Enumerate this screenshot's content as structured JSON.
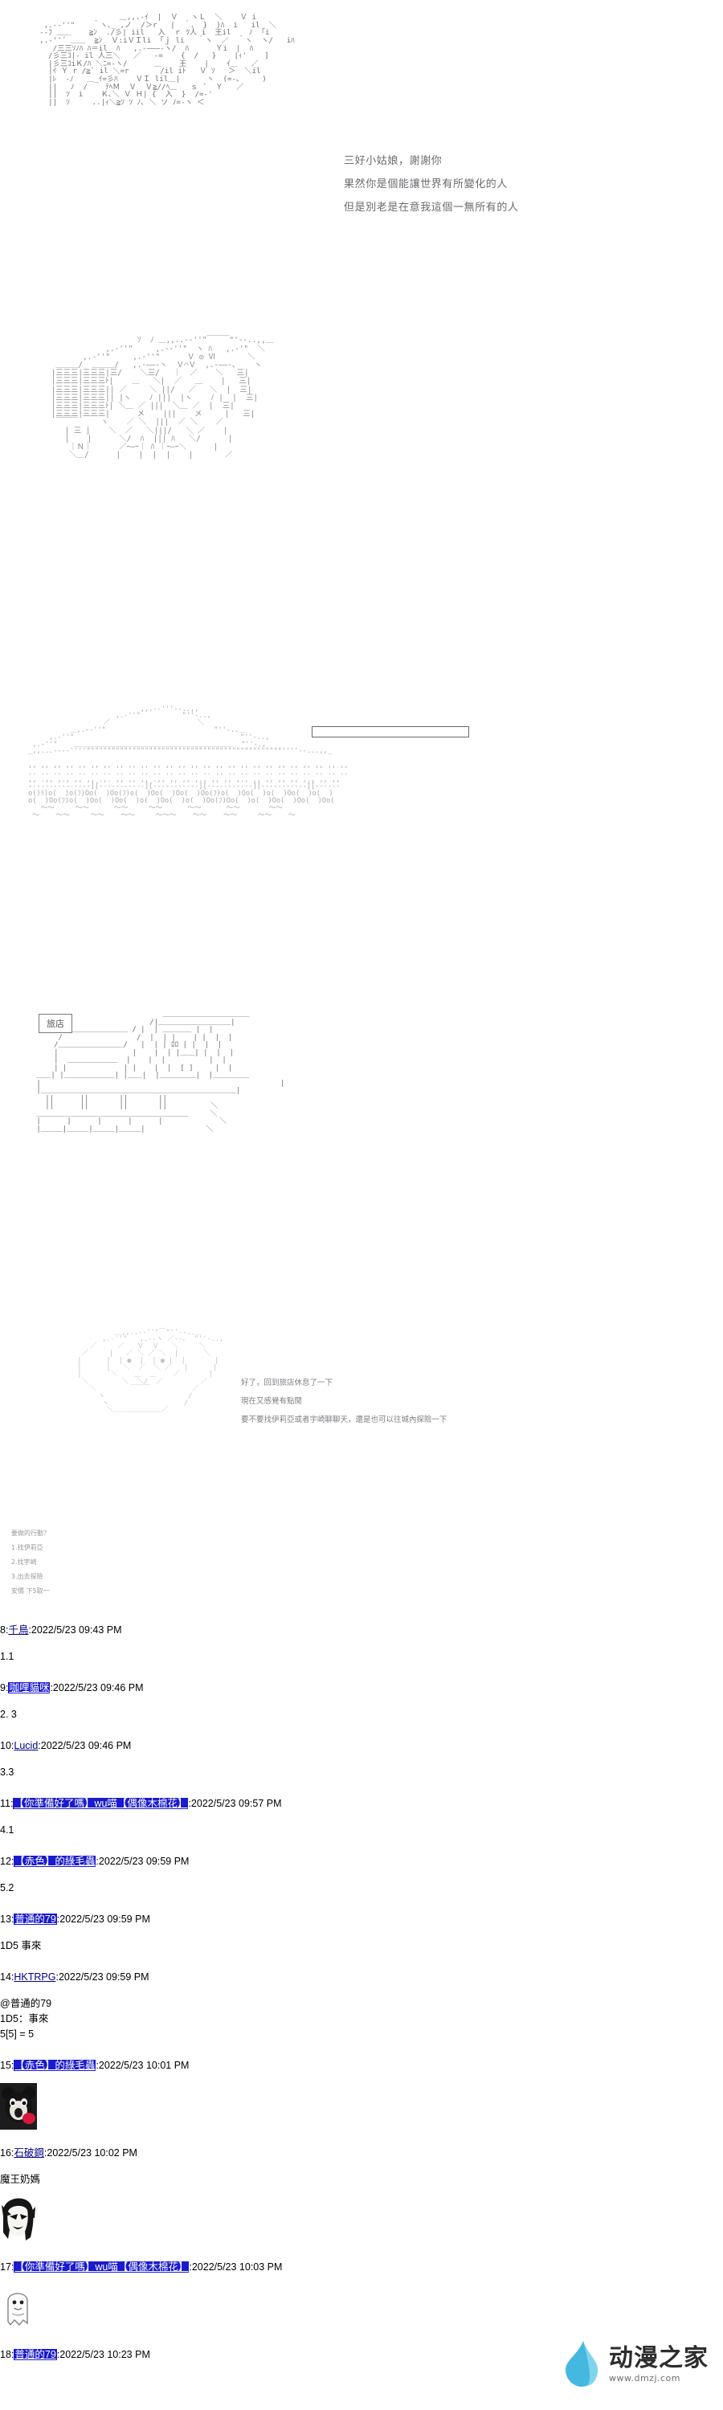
{
  "panels": [
    {
      "id": "panel-1",
      "ascii": "                    ＿,,.-ｲ  |  Ｖ   ヽＬ  ＼    Ｖ i\n   ,.-‐''\"    ｀ヽ､_ ,ノ  /＞r   |  ｀、 }  )ﾊ  i   il  ＼\n  -‐ﾌ ＿＿    ≧ﾝ  ./彡| iil   入  ｒ ﾂ人 i  王il    ﾉ  ｢i\n  ,.-''´ ＿＿  ≧ﾝ  Ｖ:iＶＩli  ｢ｊ li   ｀ヽ  ／  ｀ヽ  ヽ/   iﾊ\n     /三三ｿﾉﾊ ﾊ＝il  ﾊ   ,.-―――-ヽ/  ﾊ      Ｙi  |  ﾊ\n    /彡三ｺ|- il 人三＼   ／   ‐=    {  /   }    |ｨ'    ]\n    |彡三ｺiＫ/ﾊ ＼ﾆ=-ヽ/      ＿    王    |    ｲ＿   ／\n    |ｲ Ｙ r /≧` il ＼=r       /il iﾄ   Ｖ ｿ   ＞  ＼il\n    |ﾚ  -ﾉ   ＿_ｲ=彡ﾊ    ＶＩ lil＿|      ヽ  (=-､     )\n    ||   ﾉ  /    ﾃﾍＭ  Ｖ  Ｖ≧//ﾍ＿   ｓ ´  Ｙ   ／\n    ||  ｿ  i    Ｋ､＼ Ｖ Ｈ| {  入  }  /=-'\n    ||  ｿ     ..|ｨ＼≧ｿ ｿ ﾉ､ ＼ ソ ﾉ=-ヽ ＜",
      "speech": [
        "三好小姑娘，謝謝你",
        "果然你是個能讓世界有所變化的人",
        "但是別老是在意我這個一無所有的人"
      ]
    },
    {
      "id": "panel-2",
      "ascii": "                    ｿ  ﾉ ＿,,..-‐''\"￣￣￣\"'‐-..,,＿\n             ,.-''\"     ,.-‐''\"  ヽ ﾊ   ,.-'\"  ＼\n        ,.-''\"     ,.-''\"      Ｖ ◎ Ⅵ       ＼\n  ＿＿＿/  ＿＿＿/   ,.-――-ヽ  Ｖ⌒Ｖ  ,.-――-､    ヽ\n |三三三|三三三|三/    ＼三/   ｜  ／    ＼   三|\n |三三三|三三三ﾄ|    ＿   ＼|  ／   ＿    |   三|\n |三三三|三三三|| ／     ＼ ||/   ／   ＼  |  三|\n |三三三|三三三|| |ヽ    ﾉ |||  |ヽ    ﾉ |  |  三|\n |三三三|三三三ﾄ| ＼＿ ／ |||  ＼＿ ／  |  三|\n |三三三|三三三|      メ    |||    メ     |   三|\n  ￣￣￣     ヽ    ／ ＼  |||  ／ ＼    ／\n    | 三 |    ＼  ／   ＼|||/   ＼ ／    |\n    |    |      ＼/  ﾊ  ||| ﾊ   ＼/      |\n     ｜Ｎ｜      ／ｰ―ｰ｜ ﾊ ｜ｰ―ｰ＼      |\n     ＼＿/      |    |  |  |    |       ／",
      "speech": []
    },
    {
      "id": "panel-3",
      "ascii": "                            ,,.-‐'''‐-..,,\n                      ,.-''\"          \"''-..,\n                   ／                     ＼\n           ＿,.-‐''\"                          \"''-..＿\n      ,.-''\"                                        \"''-..,\n  ,.-''\"    ＿＿＿＿＿＿＿＿＿＿＿＿＿＿＿＿＿＿＿＿＿＿＿  \"''-.,\n _,,...--‐‐''''\"\"\"\"\"\"\"\"\"\"\"\"\"\"\"\"\"\"\"\"\"\"\"\"\"\"\"\"\"\"\"\"\"\"\"\"\"\"\"\"\"\"\"\"\"\"\"''''--...,,_\n\n ,, ,, ,, ,, ,, ,, ,, ,, ,, ,, ,, ,, ,, ,, ,, ,, ,, ,, ,, ,, ,, ,, ,, ,, ,, ,,\n .. .. .. .. .. .. .. .. .. .. .. .. .. .. .. .. .. .. .. .. .. .. .. .. .. ..\n ,, .,, ,., ,, ,, .,. ,, ,, ,, .,, ,, ,, ,., ,, ,, ,., ,, ,, ,, ,, ,., ,, ,,\n ---------------][-----------][-----------][-----------][-----------][------\n o()ﾘ)o(  )o(ﾌ)Oo(  )Oo(ﾌ)o(  )Oo(  )Oo(  )Oo(ﾌ)o(  )Oo(  )o(  )Oo(  )o(  )\n o(  )Oo(ﾌ)o(  )Oo(  )Oo(  )o(  )Oo(  )o(  )Oo(ﾌ)Oo(  )o(  )Oo(  )Oo(  )Oo(\n    ～～     ～～      ～～     ～～      ～～      ～～       ～～\n  ～    ～～     ～～    ～～     ～～～    ～～    ～～     ～～    ～",
      "speech": []
    },
    {
      "id": "panel-4",
      "ascii": "                              ＿＿＿＿＿＿＿＿＿＿＿＿\n                           /|＿＿＿＿＿＿＿＿＿＿|\n       ＿＿＿＿＿＿＿＿＿ / |  | ＿＿＿＿ |  |\n      /                 /  |  | |    | |  |  |\n     /＿＿＿＿＿＿＿＿＿/   |  | | ﾛﾛ | |  |  |\n     |                 |    |  | |＿＿| |  |  |\n     |  ＿＿＿＿＿＿＿  |    |  |          |  |\n     | |             | |    |  |  [ ]     |  |\n ＿＿| |＿＿＿＿＿＿＿| |＿＿|  |＿＿＿＿＿|  |＿＿＿＿＿\n |                                                       |\n |＿＿＿＿＿＿＿＿＿＿＿＿＿＿＿＿＿＿＿＿＿＿＿＿＿＿＿|\n   ||      ||       ||       ||\n   ||      ||       ||       ||          ＼\n ＿＿＿＿＿＿＿＿＿＿＿＿＿＿＿＿＿＿＿＿＿     ＼\n |      |      |      |      |             ＼\n |＿＿＿|＿＿＿|＿＿＿|＿＿＿|              ＼",
      "speech": [],
      "label": "旅店"
    },
    {
      "id": "panel-5",
      "ascii": "                ＿,,..-‐''\"￣\"''‐-..＿\n             ,.-''\"   ,.-‐ヽ ／‐-､  \"''-..,\n          ／     ／   Ｖ  Ｖ   ＼     ＼\n        ／     |   ／ ＼ ／ ＼  |      ＼\n       |      |  | ●  |  | ● |  |       |\n       |      |   ＼  ／  ＼ ／   |      |\n       |       ＼    ＿  ＿    ／       |\n        ＼        ＼  ＼/  ／         ／\n          ＼        ￣￣￣          ／\n            ヽ                    /\n             ヽ                  /\n              ＼＿＿＿＿＿＿＿／",
      "speech": [
        "好了，回到旅店休息了一下",
        "現在又感覺有點閒",
        "要不要找伊莉亞或者宇崎聊聊天，還是也可以往城內探險一下"
      ],
      "notes": [
        "要做的行動？",
        "1.找伊莉亞",
        "2.找宇崎",
        "3.出去探險",
        "安價 下5取一"
      ]
    }
  ],
  "comments": [
    {
      "index": "8",
      "user": "千鳥",
      "highlight": false,
      "time": "2022/5/23 09:43 PM",
      "body": "1.1",
      "thumb": null
    },
    {
      "index": "9",
      "user": "咖哩貓咪",
      "highlight": true,
      "time": "2022/5/23 09:46 PM",
      "body": "2. 3",
      "thumb": null
    },
    {
      "index": "10",
      "user": "Lucid",
      "highlight": false,
      "time": "2022/5/23 09:46 PM",
      "body": "3.3",
      "thumb": null
    },
    {
      "index": "11",
      "user": "【你準備好了嗎】wu喵【偶像木棉花】",
      "highlight": true,
      "time": "2022/5/23 09:57 PM",
      "body": "4.1",
      "thumb": null
    },
    {
      "index": "12",
      "user": "【赤色】的綠毛蟲",
      "highlight": true,
      "time": "2022/5/23 09:59 PM",
      "body": "5.2",
      "thumb": null
    },
    {
      "index": "13",
      "user": "普通的79",
      "highlight": true,
      "time": "2022/5/23 09:59 PM",
      "body": "1D5 事來",
      "thumb": null
    },
    {
      "index": "14",
      "user": "HKTRPG",
      "highlight": false,
      "time": "2022/5/23 09:59 PM",
      "body": "@普通的79\n1D5：事來\n5[5] = 5",
      "thumb": null
    },
    {
      "index": "15",
      "user": "【赤色】的綠毛蟲",
      "highlight": true,
      "time": "2022/5/23 10:01 PM",
      "body": "",
      "thumb": "kumamon-thumbnail"
    },
    {
      "index": "16",
      "user": "石破鋼",
      "highlight": false,
      "time": "2022/5/23 10:02 PM",
      "body": "魔王奶媽",
      "thumb": "anime-girl-thumbnail"
    },
    {
      "index": "17",
      "user": "【你準備好了嗎】wu喵【偶像木棉花】",
      "highlight": true,
      "time": "2022/5/23 10:03 PM",
      "body": "",
      "thumb": "ghost-thumbnail"
    },
    {
      "index": "18",
      "user": "普通的79",
      "highlight": true,
      "time": "2022/5/23 10:23 PM",
      "body": "",
      "thumb": null
    }
  ],
  "watermark": {
    "main": "动漫之家",
    "sub": "www.dmzj.com"
  },
  "colors": {
    "link": "#00008b",
    "highlight_bg": "#1a1ad0",
    "ascii": "#6f6f74",
    "watermark_drop": "#45b8e0"
  }
}
